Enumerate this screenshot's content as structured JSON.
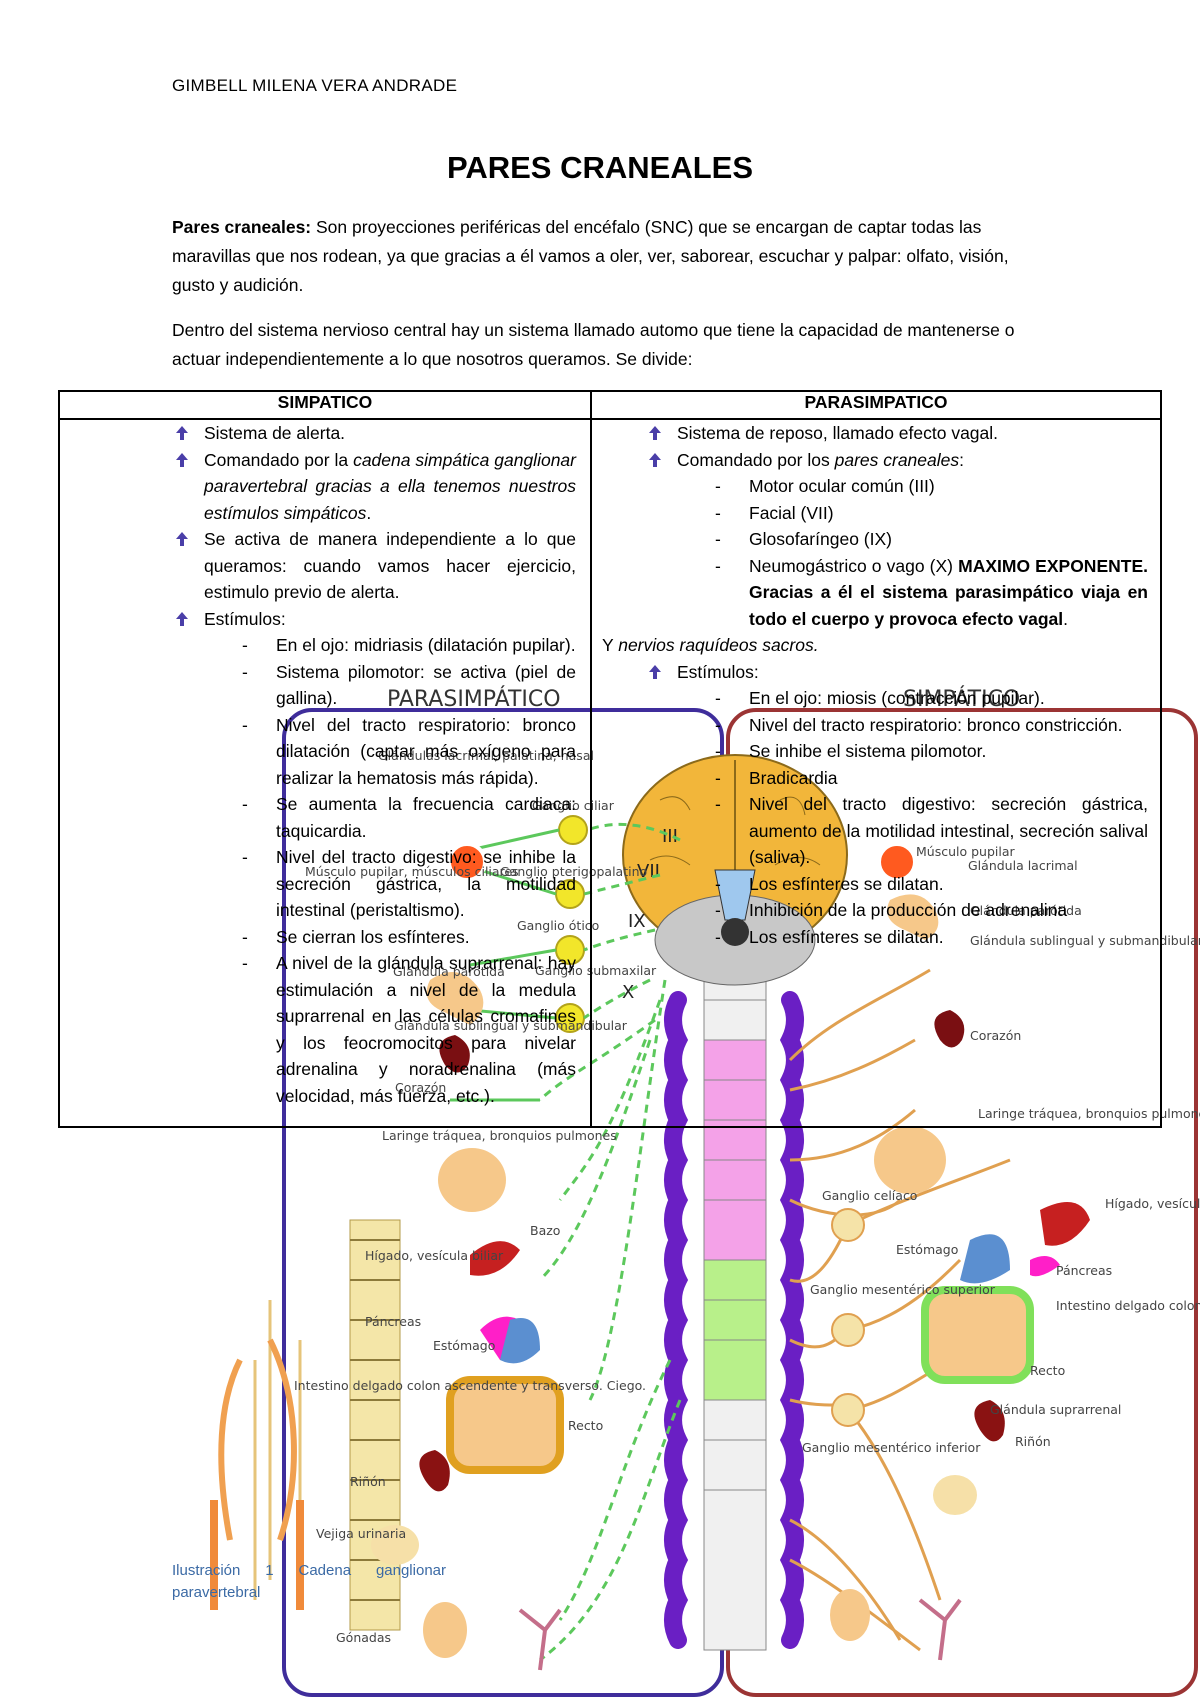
{
  "author": "GIMBELL MILENA VERA ANDRADE",
  "title": "PARES CRANEALES",
  "intro": {
    "p1_bold": "Pares craneales:",
    "p1_rest": " Son proyecciones periféricas del encéfalo (SNC) que se encargan de captar todas las maravillas que nos rodean, ya que gracias a él vamos a oler, ver, saborear, escuchar y palpar: olfato, visión, gusto y audición.",
    "p2": "Dentro del sistema nervioso central hay un sistema llamado automo que tiene la capacidad de mantenerse o actuar independientemente a lo que nosotros queramos. Se divide:"
  },
  "table": {
    "left_header": "SIMPATICO",
    "right_header": "PARASIMPATICO",
    "left": {
      "b1": "Sistema de alerta.",
      "b2_pre": "Comandado por la ",
      "b2_it": "cadena simpática ganglionar paravertebral gracias a ella tenemos nuestros estímulos simpáticos",
      "b2_post": ".",
      "b3": "Se activa de manera independiente a lo que queramos: cuando vamos hacer ejercicio, estimulo previo de alerta.",
      "b4": "Estímulos:",
      "items": [
        "En el ojo: midriasis (dilatación pupilar).",
        "Sistema pilomotor: se activa (piel de gallina).",
        "Nivel del tracto respiratorio: bronco dilatación (captar más oxígeno para realizar la hematosis más rápida).",
        "Se aumenta la frecuencia cardiaca: taquicardia.",
        "Nivel del tracto digestivo: se inhibe la secreción gástrica, la motilidad intestinal (peristaltismo).",
        "Se cierran los esfínteres.",
        "A nivel de la glándula suprarrenal: hay estimulación a nivel de la medula suprarrenal en las células cromafines y los feocromocitos para nivelar adrenalina y noradrenalina (más velocidad, más fuerza, etc.)."
      ]
    },
    "right": {
      "b1": "Sistema de reposo, llamado efecto vagal.",
      "b2_pre": "Comandado por los ",
      "b2_it": "pares craneales",
      "b2_post": ":",
      "nerves": [
        "Motor ocular común (III)",
        "Facial (VII)",
        "Glosofaríngeo (IX)"
      ],
      "vago": "Neumogástrico o vago (X)",
      "vago_bold": "MAXIMO EXPONENTE. Gracias a él el sistema parasimpático viaja en todo el cuerpo y provoca efecto vagal",
      "sacros_pre": "Y ",
      "sacros_it": "nervios raquídeos sacros.",
      "b3": "Estímulos:",
      "items": [
        "En el ojo: miosis (contracción pupilar).",
        "Nivel del tracto respiratorio: bronco constricción.",
        "Se inhibe el sistema pilomotor.",
        "Bradicardia",
        "Nivel del tracto digestivo: secreción gástrica, aumento de la motilidad intestinal, secreción salival (saliva).",
        "Los esfínteres se dilatan.",
        "Inhibición de la producción de adrenalina",
        "Los esfínteres se dilatan."
      ]
    }
  },
  "diagram": {
    "para_title": "PARASIMPÁTICO",
    "simp_title": "SIMPÁTICO",
    "cranial": [
      "III",
      "VII",
      "IX",
      "X"
    ],
    "para_labels": [
      "Glándulas lacrimal, palatina, nasal",
      "Ganglio ciliar",
      "Ganglio pterigopalatino",
      "Músculo pupilar, músculos ciliares",
      "Ganglio ótico",
      "Glándula parótida",
      "Ganglio submaxilar",
      "Glándula sublingual y submandibular",
      "Corazón",
      "Laringe tráquea, bronquios pulmones",
      "Bazo",
      "Hígado, vesícula biliar",
      "Páncreas",
      "Estómago",
      "Intestino delgado colon ascendente y transverso. Ciego.",
      "Recto",
      "Riñón",
      "Vejiga urinaria",
      "Gónadas"
    ],
    "simp_labels": [
      "Músculo pupilar",
      "Glándula lacrimal",
      "Glándula parótida",
      "Glándula sublingual y submandibular",
      "Corazón",
      "Laringe tráquea, bronquios pulmones",
      "Ganglio celíaco",
      "Hígado, vesícula biliar",
      "Estómago",
      "Páncreas",
      "Ganglio mesentérico superior",
      "Intestino delgado colon ascendente y transverso. Ciego.",
      "Recto",
      "Glándula suprarrenal",
      "Riñón",
      "Ganglio mesentérico inferior"
    ],
    "colors": {
      "para_frame": "#3f2d9b",
      "simp_frame": "#9b3434",
      "para_line": "#5cc85c",
      "simp_line": "#e0a050",
      "ganglion": "#f2e62a",
      "cord": "#6a1fc4"
    }
  },
  "caption": "Ilustración 1 Cadena ganglionar paravertebral"
}
